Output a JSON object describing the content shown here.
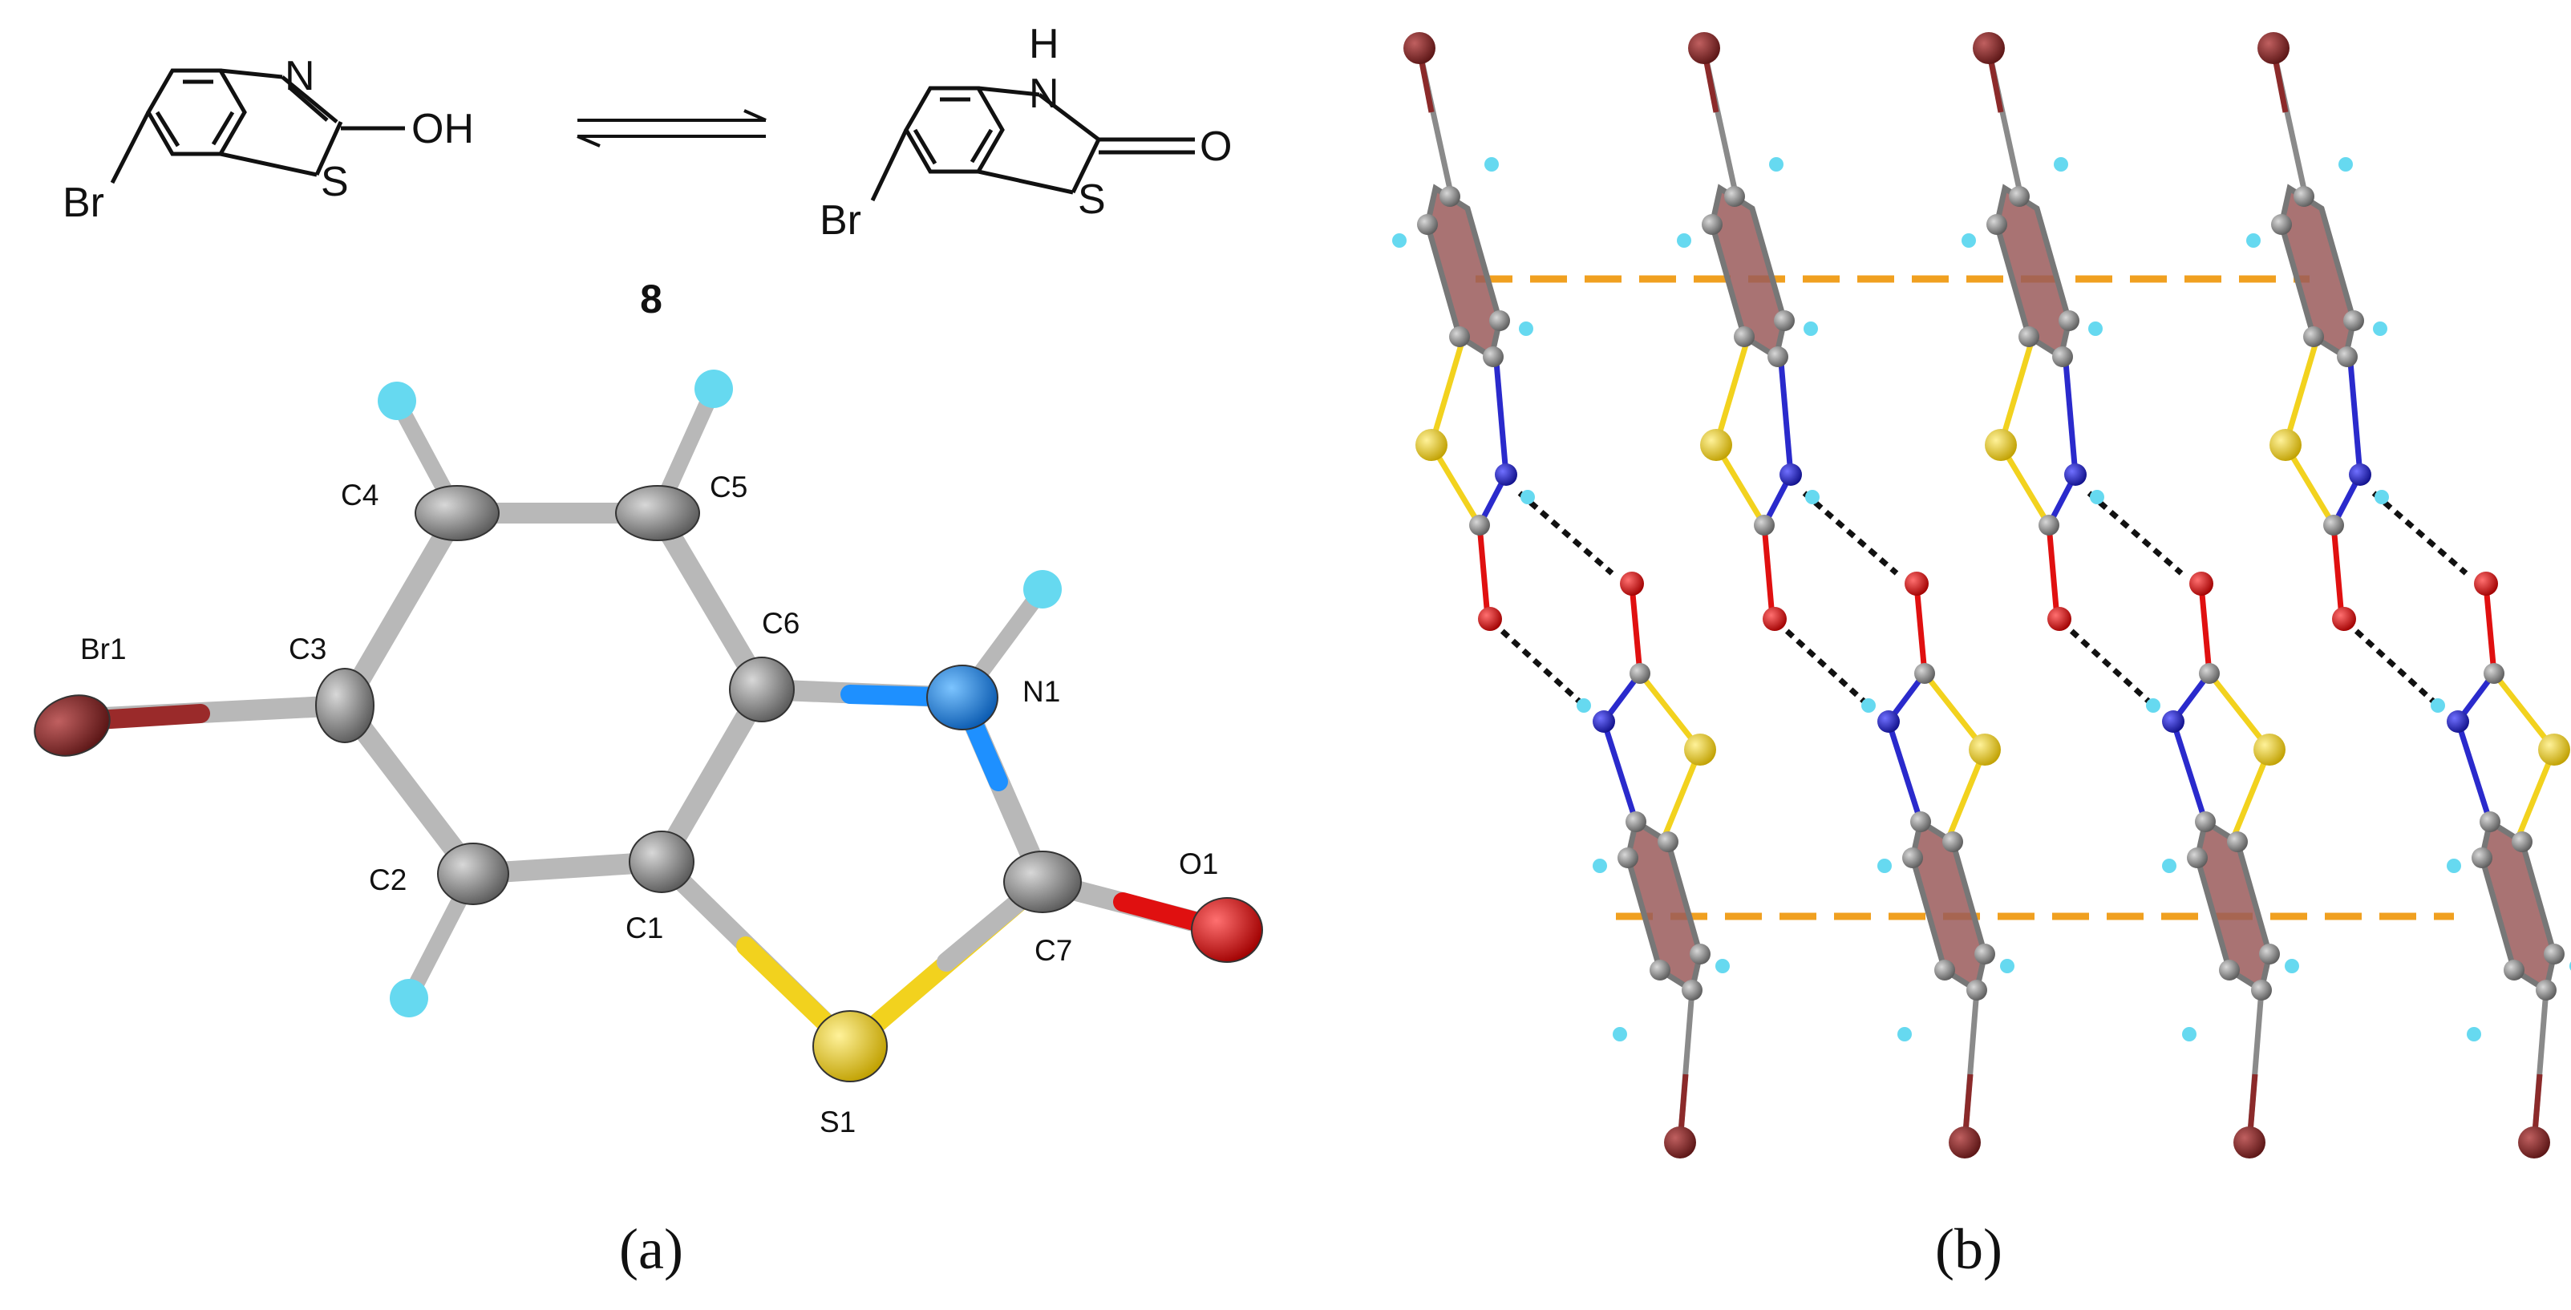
{
  "scheme": {
    "left": {
      "br": "Br",
      "n": "N",
      "oh": "OH",
      "s": "S"
    },
    "right": {
      "br": "Br",
      "h": "H",
      "n": "N",
      "o": "O",
      "s": "S"
    },
    "equilibrium_arrow": "equilibrium",
    "compound_number": "8"
  },
  "ortep_labels": {
    "br1": "Br1",
    "c1": "C1",
    "c2": "C2",
    "c3": "C3",
    "c4": "C4",
    "c5": "C5",
    "c6": "C6",
    "c7": "C7",
    "n1": "N1",
    "o1": "O1",
    "s1": "S1"
  },
  "panels": {
    "a": "(a)",
    "b": "(b)"
  },
  "colors": {
    "bromine": "#8b2a2a",
    "carbon": "#8a8a8a",
    "hydrogen": "#66d9f0",
    "nitrogen": "#1e90ff",
    "nitrogen_packing": "#2a2acc",
    "sulfur": "#f2d21e",
    "oxygen": "#e01010",
    "ring_fill": "#9a5a5a",
    "pi_stacking": "#f0a020",
    "hydrogen_bond": "#111111"
  },
  "packing": {
    "columns": 4,
    "interaction_types": [
      "hydrogen-bond",
      "pi-stacking"
    ]
  }
}
